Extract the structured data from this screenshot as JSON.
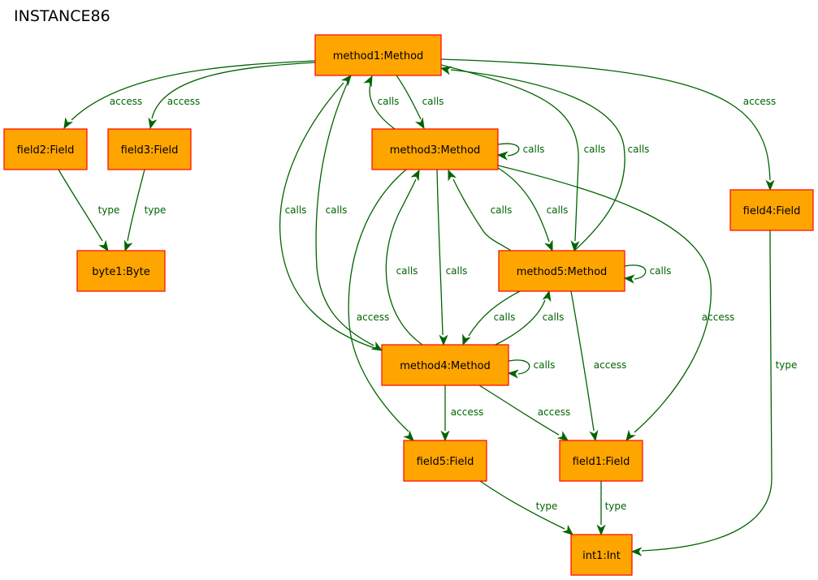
{
  "title": "INSTANCE86",
  "colors": {
    "node_fill": "#ffa500",
    "node_stroke": "#ff0000",
    "edge": "#006400"
  },
  "nodes": [
    {
      "id": "method1",
      "label": "method1:Method"
    },
    {
      "id": "field2",
      "label": "field2:Field"
    },
    {
      "id": "field3",
      "label": "field3:Field"
    },
    {
      "id": "method3",
      "label": "method3:Method"
    },
    {
      "id": "field4",
      "label": "field4:Field"
    },
    {
      "id": "byte1",
      "label": "byte1:Byte"
    },
    {
      "id": "method5",
      "label": "method5:Method"
    },
    {
      "id": "method4",
      "label": "method4:Method"
    },
    {
      "id": "field5",
      "label": "field5:Field"
    },
    {
      "id": "field1",
      "label": "field1:Field"
    },
    {
      "id": "int1",
      "label": "int1:Int"
    }
  ],
  "edges": [
    {
      "from": "method1",
      "to": "field2",
      "label": "access"
    },
    {
      "from": "method1",
      "to": "field3",
      "label": "access"
    },
    {
      "from": "method1",
      "to": "method3",
      "label": "calls"
    },
    {
      "from": "method3",
      "to": "method1",
      "label": "calls"
    },
    {
      "from": "method1",
      "to": "field4",
      "label": "access"
    },
    {
      "from": "method1",
      "to": "method5",
      "label": "calls"
    },
    {
      "from": "method5",
      "to": "method1",
      "label": "calls"
    },
    {
      "from": "method1",
      "to": "method4",
      "label": "calls"
    },
    {
      "from": "method4",
      "to": "method1",
      "label": "calls"
    },
    {
      "from": "method3",
      "to": "method3",
      "label": "calls"
    },
    {
      "from": "method3",
      "to": "method5",
      "label": "calls"
    },
    {
      "from": "method5",
      "to": "method3",
      "label": "calls"
    },
    {
      "from": "method3",
      "to": "method4",
      "label": "calls"
    },
    {
      "from": "method4",
      "to": "method3",
      "label": "calls"
    },
    {
      "from": "method3",
      "to": "field5",
      "label": "access"
    },
    {
      "from": "method3",
      "to": "field1",
      "label": "access"
    },
    {
      "from": "field2",
      "to": "byte1",
      "label": "type"
    },
    {
      "from": "field3",
      "to": "byte1",
      "label": "type"
    },
    {
      "from": "method5",
      "to": "method5",
      "label": "calls"
    },
    {
      "from": "method5",
      "to": "method4",
      "label": "calls"
    },
    {
      "from": "method4",
      "to": "method5",
      "label": "calls"
    },
    {
      "from": "method5",
      "to": "field1",
      "label": "access"
    },
    {
      "from": "method4",
      "to": "method4",
      "label": "calls"
    },
    {
      "from": "method4",
      "to": "field5",
      "label": "access"
    },
    {
      "from": "method4",
      "to": "field1",
      "label": "access"
    },
    {
      "from": "field5",
      "to": "int1",
      "label": "type"
    },
    {
      "from": "field1",
      "to": "int1",
      "label": "type"
    },
    {
      "from": "field4",
      "to": "int1",
      "label": "type"
    }
  ]
}
